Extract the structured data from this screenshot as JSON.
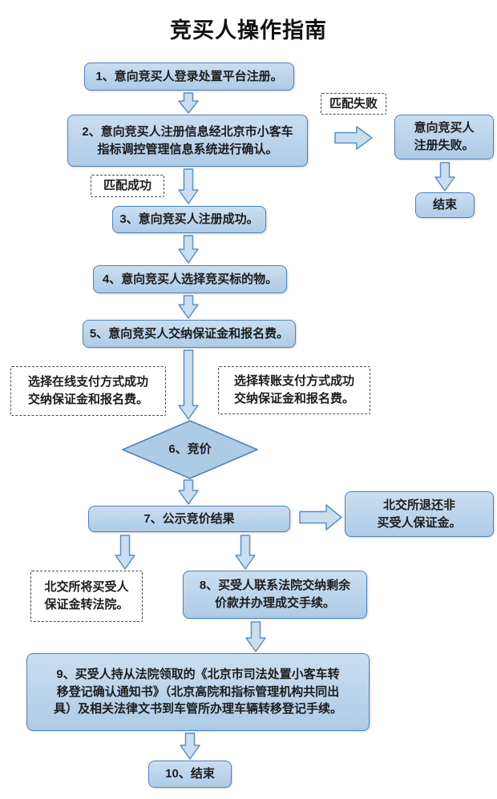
{
  "title": "竞买人操作指南",
  "colors": {
    "box_fill": "#aecbe6",
    "box_fill_light": "#cadef0",
    "box_border": "#4f81bd",
    "arrow_fill": "#c9def0",
    "arrow_border": "#5b8fc4",
    "dashed_border": "#4a4a4a",
    "text": "#1c1c1c"
  },
  "flow": {
    "step1": "1、意向竞买人登录处置平台注册。",
    "step2": "2、意向竞买人注册信息经北京市小客车\n指标调控管理信息系统进行确认。",
    "match_fail_label": "匹配失败",
    "register_fail": "意向竞买人\n注册失败。",
    "fail_end": "结束",
    "match_success_label": "匹配成功",
    "step3": "3、意向竞买人注册成功。",
    "step4": "4、意向竞买人选择竞买标的物。",
    "step5": "5、意向竞买人交纳保证金和报名费。",
    "pay_online_note": "选择在线支付方式成功\n交纳保证金和报名费。",
    "pay_transfer_note": "选择转账支付方式成功\n交纳保证金和报名费。",
    "step6": "6、竞价",
    "step7": "7、公示竞价结果",
    "refund_note": "北交所退还非\n买受人保证金。",
    "court_note": "北交所将买受人\n保证金转法院。",
    "step8": "8、买受人联系法院交纳剩余\n价款并办理成交手续。",
    "step9": "9、买受人持从法院领取的《北京市司法处置小客车转\n移登记确认通知书》（北京高院和指标管理机构共同出\n具）及相关法律文书到车管所办理车辆转移登记手续。",
    "step10": "10、结束"
  }
}
